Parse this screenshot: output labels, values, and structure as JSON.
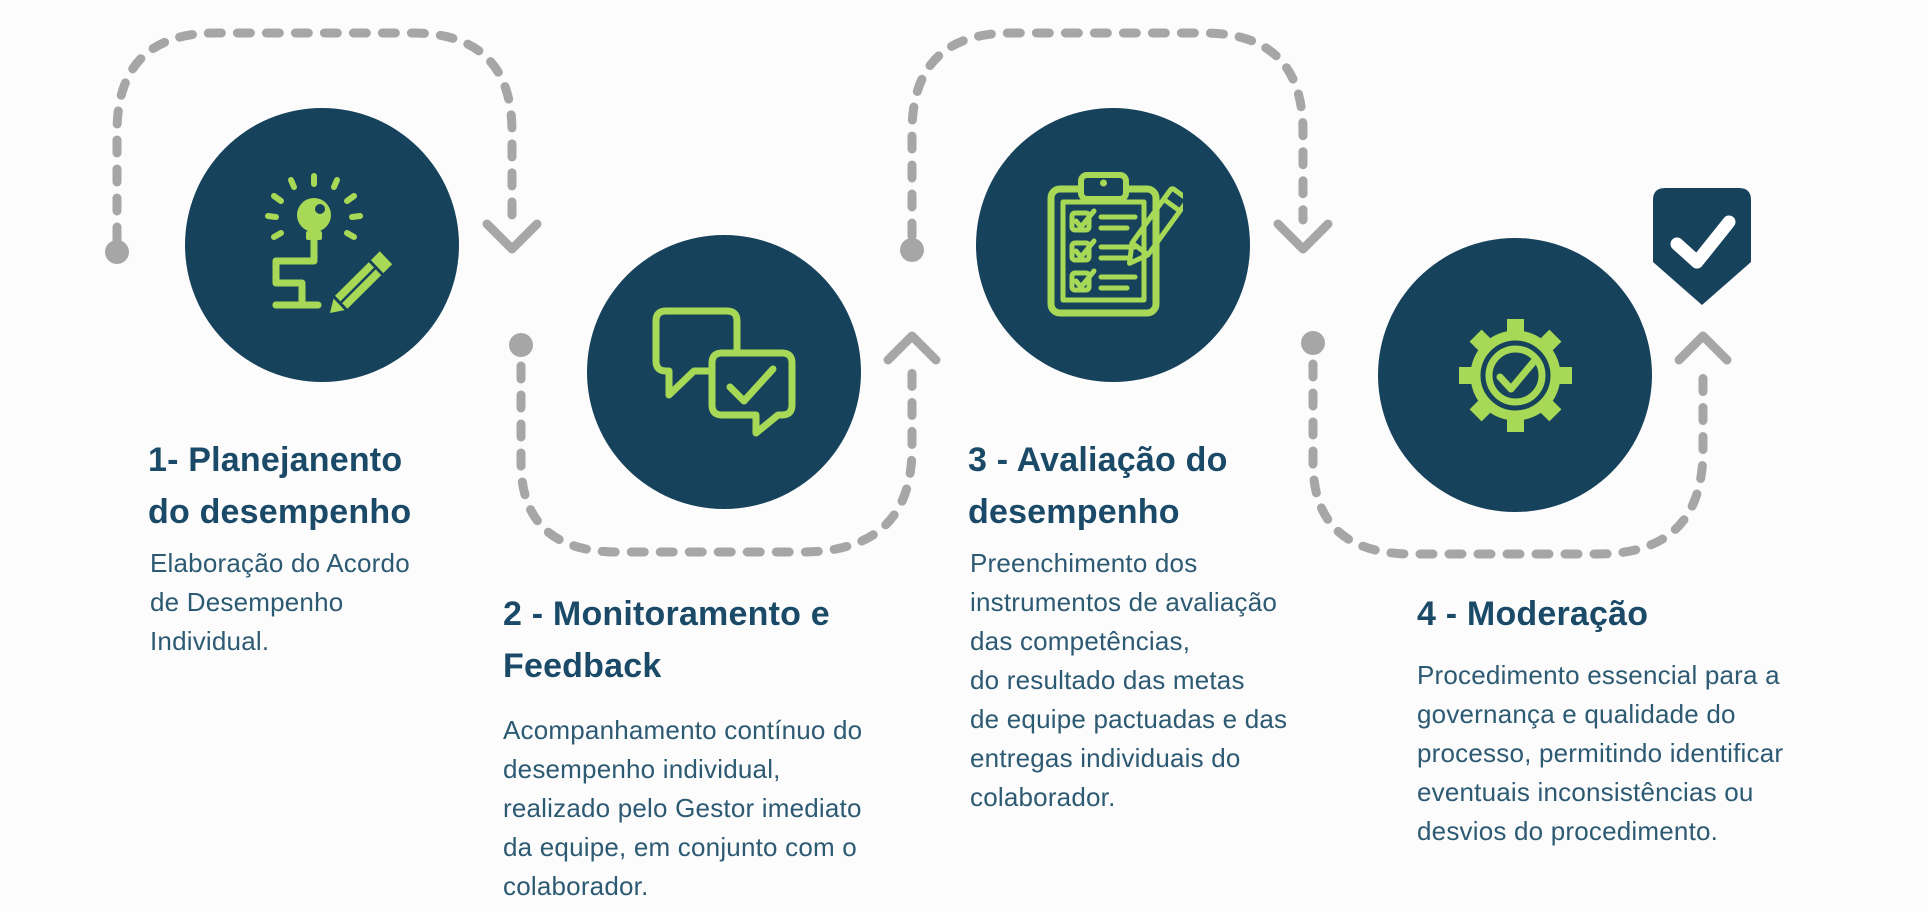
{
  "palette": {
    "circle_navy": "#17425C",
    "icon_green": "#A7D956",
    "connector_gray": "#A6A6A6",
    "title_color": "#1A4A68",
    "body_color": "#2D5A73",
    "background": "#FCFCFC",
    "badge_check": "#FFFFFF"
  },
  "connectors": {
    "style": "dashed",
    "color": "#A6A6A6",
    "arrow_count": 4,
    "dot_count": 4
  },
  "badge": {
    "icon": "shield-check-icon"
  },
  "steps": [
    {
      "order": "1",
      "icon": "idea-pencil-icon",
      "title": "1- Planejanento\ndo desempenho",
      "description": "Elaboração do Acordo\nde Desempenho\nIndividual."
    },
    {
      "order": "2",
      "icon": "chat-check-icon",
      "title": "2 - Monitoramento e\nFeedback",
      "description": "Acompanhamento contínuo do\ndesempenho individual,\nrealizado pelo Gestor imediato\nda equipe, em conjunto com o\ncolaborador."
    },
    {
      "order": "3",
      "icon": "checklist-pencil-icon",
      "title": "3 - Avaliação do\ndesempenho",
      "description": "Preenchimento dos\ninstrumentos de avaliação\ndas competências,\ndo resultado das metas\nde equipe pactuadas e das\nentregas individuais do\ncolaborador."
    },
    {
      "order": "4",
      "icon": "gear-check-icon",
      "title": "4 - Moderação",
      "description": "Procedimento essencial para a\ngovernança e qualidade do\nprocesso, permitindo identificar\neventuais inconsistências ou\ndesvios do procedimento."
    }
  ]
}
